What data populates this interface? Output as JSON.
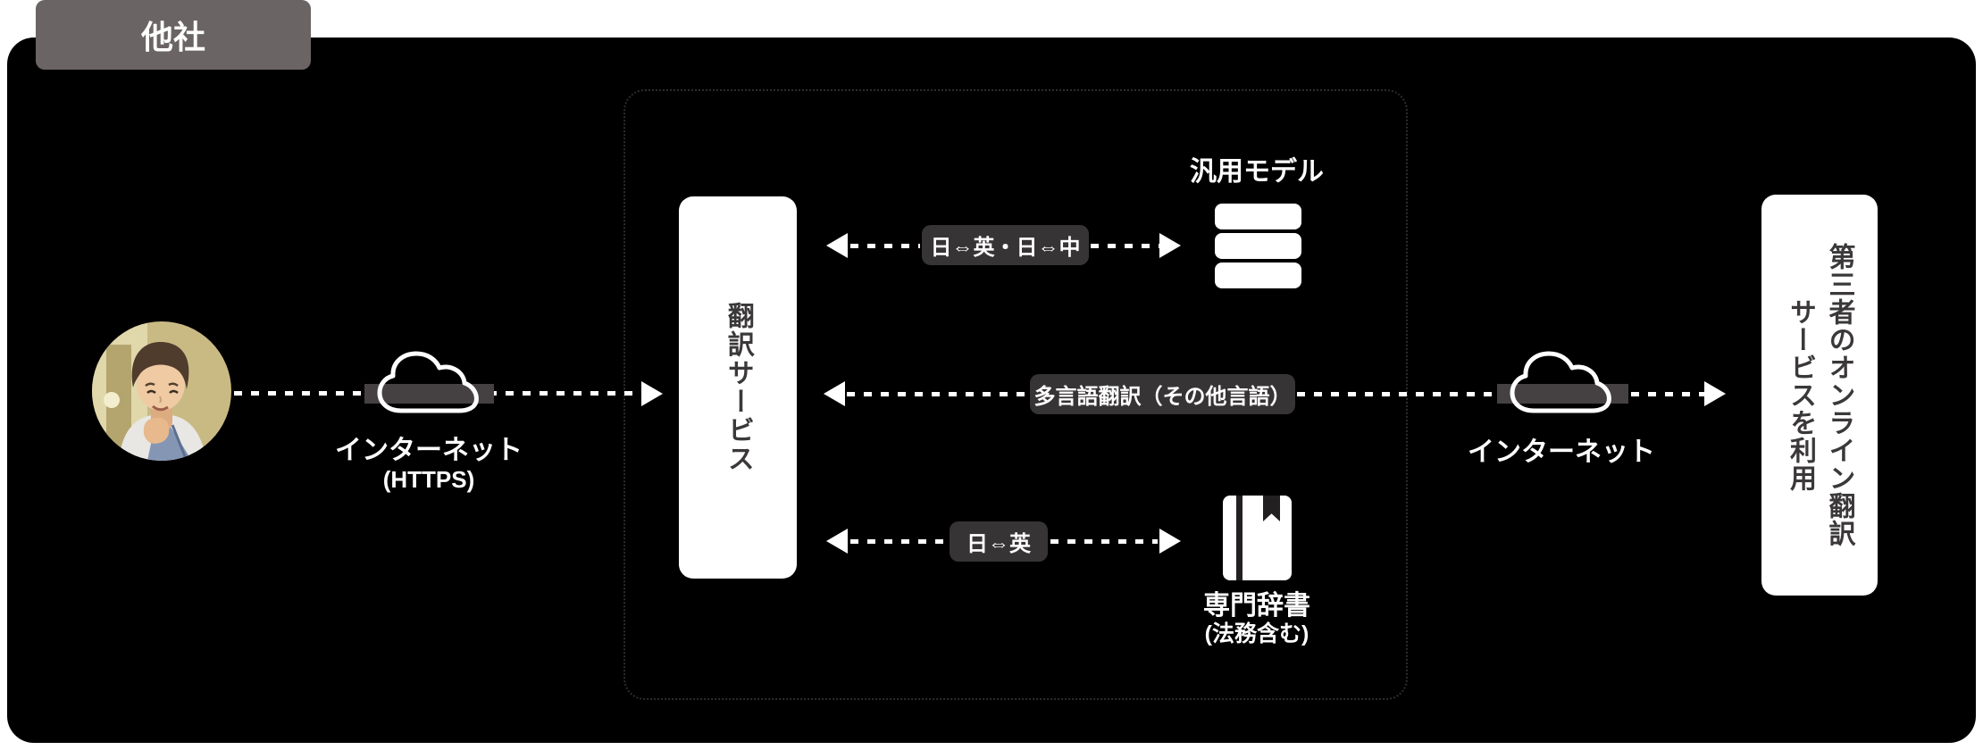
{
  "tab": {
    "label": "他社"
  },
  "left": {
    "internet": {
      "label": "インターネット",
      "sublabel": "(HTTPS)"
    }
  },
  "service_box": {
    "label": "翻訳サービス"
  },
  "general_model": {
    "label": "汎用モデル"
  },
  "dictionary": {
    "label": "専門辞書",
    "sublabel": "(法務含む)"
  },
  "arrows": {
    "top": {
      "label": "日⇔英・日⇔中"
    },
    "middle": {
      "label": "多言語翻訳（その他言語）"
    },
    "bottom": {
      "label": "日⇔英"
    }
  },
  "right": {
    "internet": {
      "label": "インターネット"
    },
    "third_party_box": {
      "label": "第三者のオンライン翻訳\nサービスを利用"
    }
  },
  "colors": {
    "canvas_bg": "#000000",
    "page_bg": "#ffffff",
    "tab_bg": "#6a6564",
    "chip_bg": "#373435",
    "band_bg": "#454142",
    "box_text": "#3b3839",
    "line_color": "#ffffff"
  }
}
